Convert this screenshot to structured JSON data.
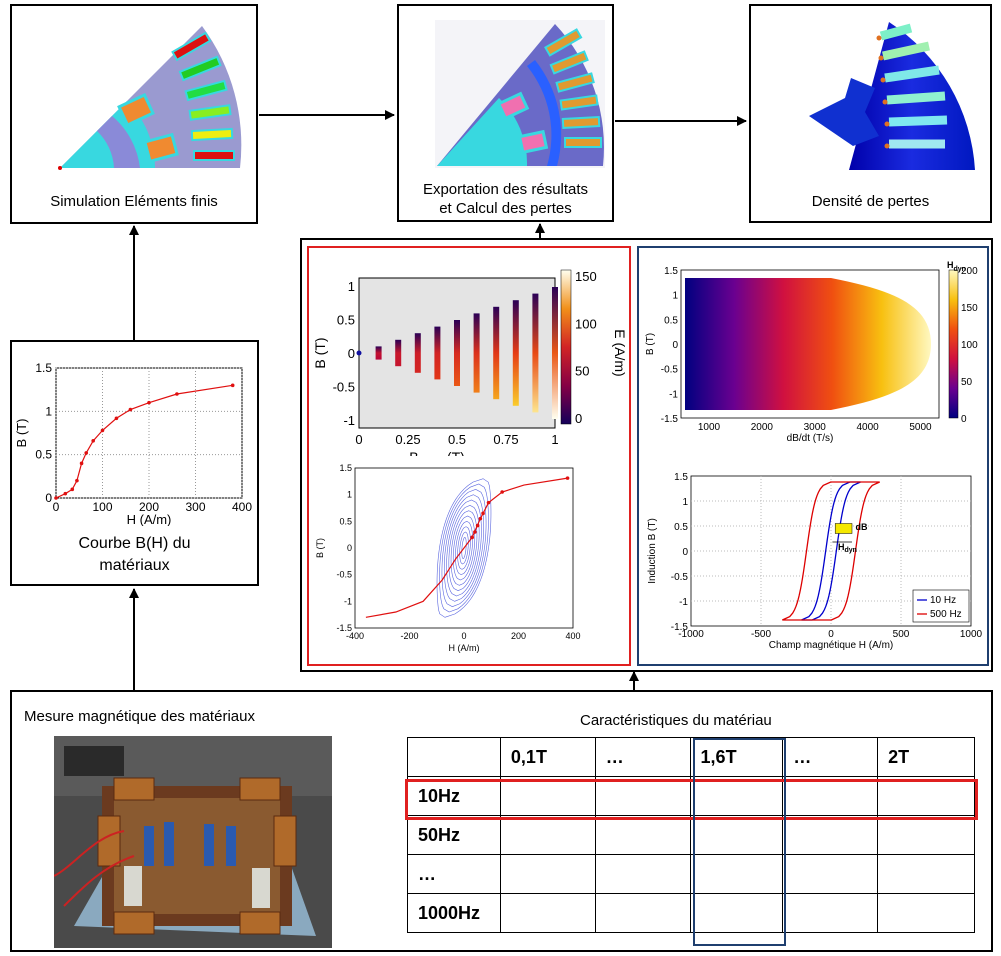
{
  "boxes": {
    "fe_caption": "Simulation Eléments finis",
    "export_caption_1": "Exportation des résultats",
    "export_caption_2": "et Calcul des pertes",
    "density_caption": "Densité de pertes",
    "bh_caption_1": "Courbe B(H) du",
    "bh_caption_2": "matériaux",
    "measure_caption": "Mesure magnétique des matériaux",
    "table_caption": "Caractéristiques du matériau"
  },
  "bh_curve": {
    "ylabel": "B (T)",
    "xlabel": "H (A/m)",
    "xticks": [
      "0",
      "100",
      "200",
      "300",
      "400"
    ],
    "yticks": [
      "0",
      "0.5",
      "1",
      "1.5"
    ],
    "xlim": [
      0,
      400
    ],
    "ylim": [
      0,
      1.5
    ],
    "points": [
      [
        0,
        0
      ],
      [
        20,
        0.05
      ],
      [
        35,
        0.1
      ],
      [
        45,
        0.2
      ],
      [
        55,
        0.4
      ],
      [
        65,
        0.52
      ],
      [
        80,
        0.66
      ],
      [
        100,
        0.78
      ],
      [
        130,
        0.92
      ],
      [
        160,
        1.02
      ],
      [
        200,
        1.1
      ],
      [
        260,
        1.2
      ],
      [
        380,
        1.3
      ]
    ]
  },
  "peak_chart": {
    "ylabel": "B (T)",
    "xlabel": "B",
    "xlabel_sub": "crête",
    "xlabel_unit": " (T)",
    "xticks": [
      "0",
      "0.25",
      "0.5",
      "0.75",
      "1"
    ],
    "yticks": [
      "1",
      "0.5",
      "0",
      "-0.5",
      "-1"
    ],
    "cbar_label": "E (A/m)",
    "cbar_ticks": [
      "150",
      "100",
      "50",
      "0"
    ],
    "peaks": [
      0,
      0.1,
      0.2,
      0.3,
      0.4,
      0.5,
      0.6,
      0.7,
      0.8,
      0.9,
      1.0
    ]
  },
  "hyst_small": {
    "ylabel": "B (T)",
    "xlabel": "H (A/m)",
    "xticks": [
      "-400",
      "-200",
      "0",
      "200",
      "400"
    ],
    "yticks": [
      "1.5",
      "1",
      "0.5",
      "0",
      "-0.5",
      "-1",
      "-1.5"
    ]
  },
  "heatmap": {
    "ylabel": "B (T)",
    "xlabel": "dB/dt (T/s)",
    "xticks": [
      "1000",
      "2000",
      "3000",
      "4000",
      "5000"
    ],
    "yticks": [
      "1.5",
      "1",
      "0.5",
      "0",
      "-0.5",
      "-1",
      "-1.5"
    ],
    "cbar_title": "H",
    "cbar_title_sub": "dyn",
    "cbar_ticks": [
      "200",
      "150",
      "100",
      "50",
      "0"
    ]
  },
  "hyst_dyn": {
    "ylabel": "Induction B (T)",
    "xlabel": "Champ magnétique H (A/m)",
    "xticks": [
      "-1000",
      "-500",
      "0",
      "500",
      "1000"
    ],
    "yticks": [
      "1.5",
      "1",
      "0.5",
      "0",
      "-0.5",
      "-1",
      "-1.5"
    ],
    "annot_db": "dB",
    "annot_h": "H",
    "annot_h_sub": "dyn",
    "legend": [
      {
        "name": "10 Hz",
        "color": "#0000cc"
      },
      {
        "name": "500 Hz",
        "color": "#dd0000"
      }
    ]
  },
  "table": {
    "header": [
      "",
      "0,1T",
      "…",
      "1,6T",
      "…",
      "2T"
    ],
    "rows": [
      {
        "label": "10Hz"
      },
      {
        "label": "50Hz"
      },
      {
        "label": "…"
      },
      {
        "label": "1000Hz"
      }
    ]
  },
  "colors": {
    "highlight_red": "#e02020",
    "highlight_blue": "#1f3f6f",
    "stator": "#9a9ad0",
    "rotor_core": "#38d8e0"
  }
}
